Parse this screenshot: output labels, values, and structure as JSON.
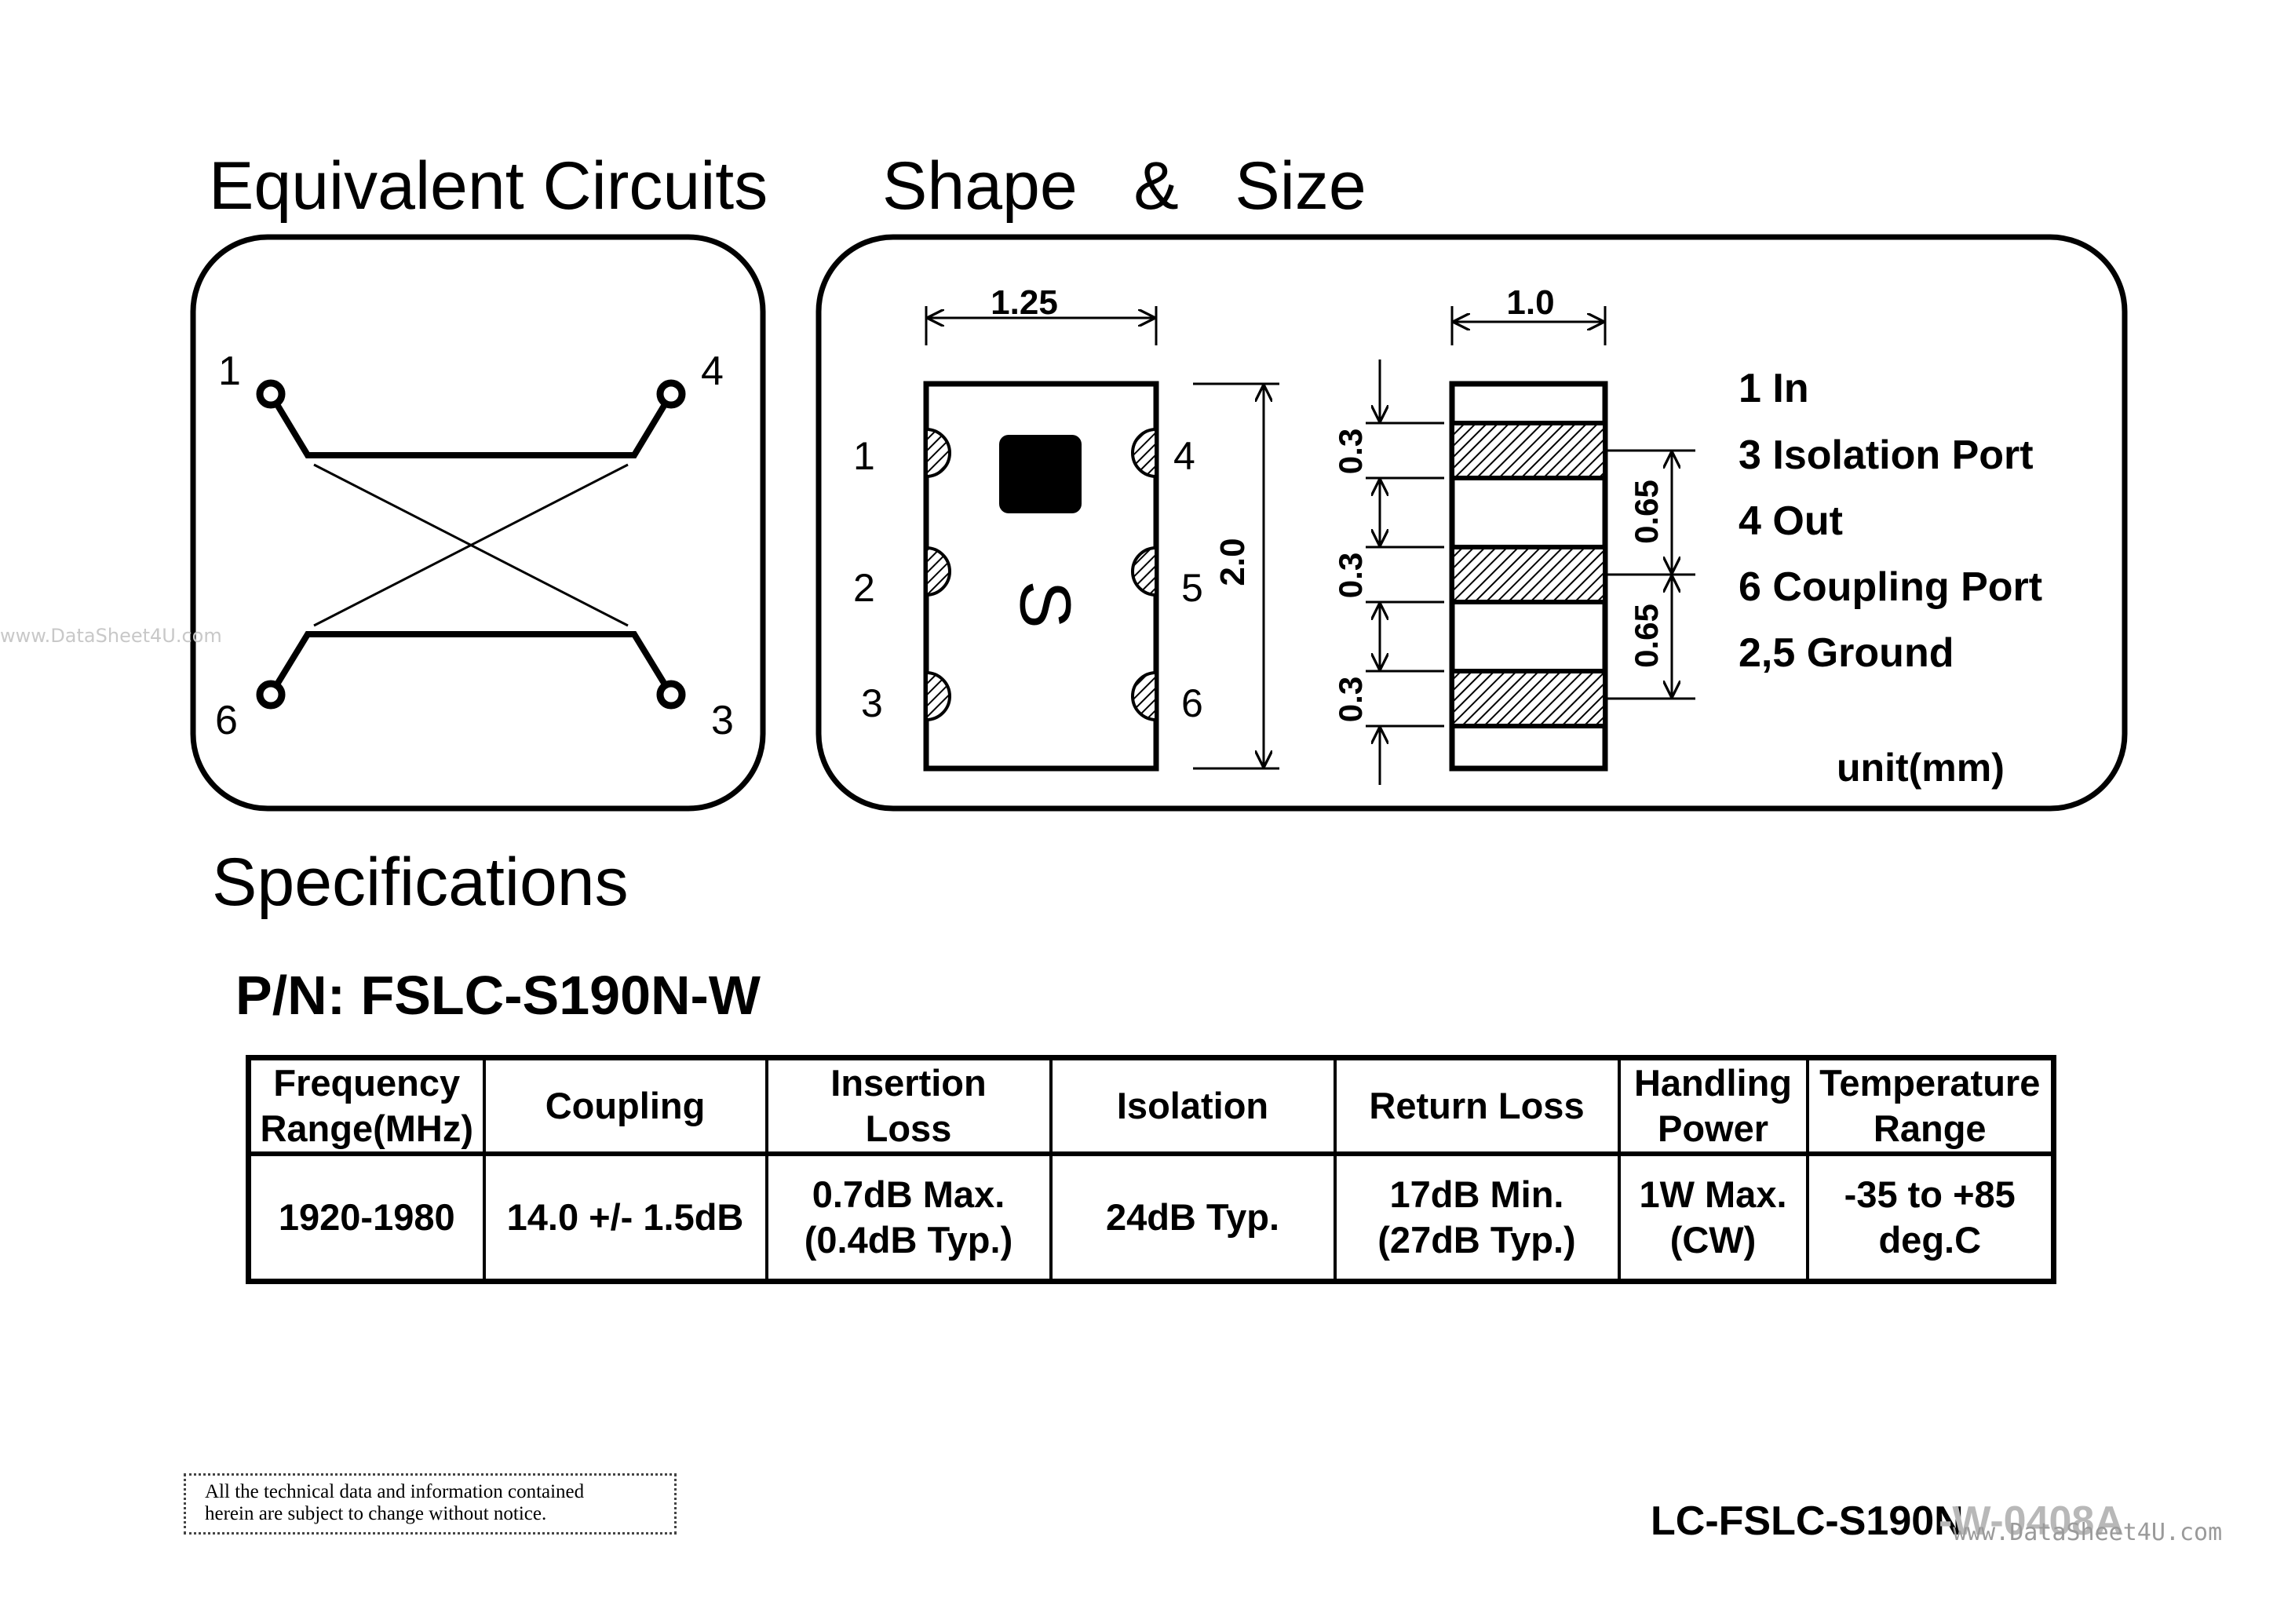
{
  "headings": {
    "equivalent_circuits": "Equivalent Circuits",
    "shape_size": "Shape   &   Size",
    "specifications": "Specifications"
  },
  "part_number": "P/N: FSLC-S190N-W",
  "circuit": {
    "port_labels": [
      "1",
      "4",
      "6",
      "3"
    ]
  },
  "shape": {
    "width_dim": "1.25",
    "depth_dim": "1.0",
    "height_dim": "2.0",
    "pad_dim": "0.3",
    "pitch_dim": "0.65",
    "marking": "S",
    "left_pins": [
      "1",
      "2",
      "3"
    ],
    "right_pins": [
      "4",
      "5",
      "6"
    ],
    "legend": [
      "1 In",
      "3 Isolation Port",
      "4 Out",
      "6 Coupling Port",
      "2,5 Ground"
    ],
    "unit": "unit(mm)"
  },
  "table": {
    "headers": [
      "Frequency\nRange(MHz)",
      "Coupling",
      "Insertion\nLoss",
      "Isolation",
      "Return Loss",
      "Handling\nPower",
      "Temperature\nRange"
    ],
    "row": [
      "1920-1980",
      "14.0 +/- 1.5dB",
      "0.7dB Max.\n(0.4dB Typ.)",
      "24dB Typ.",
      "17dB Min.\n(27dB Typ.)",
      "1W Max.\n(CW)",
      "-35 to +85\ndeg.C"
    ]
  },
  "notice": "All the technical data and information contained\nherein are subject to change without notice.",
  "doc_id": "LC-FSLC-S190N",
  "doc_id_faded": "-W-0408A",
  "watermarks": {
    "left": "www.DataSheet4U.com",
    "bottom_right": "www.DataSheet4U.com"
  }
}
